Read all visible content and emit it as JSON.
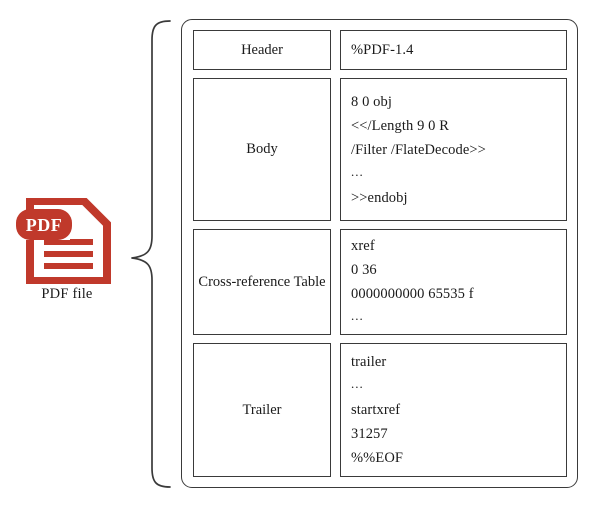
{
  "figure": {
    "icon": {
      "name": "pdf-file-icon",
      "badge_text": "PDF",
      "color": "#c0392b",
      "caption": "PDF file"
    },
    "brace": {
      "name": "left-curly-brace",
      "color": "#3a3a3a"
    },
    "structure": {
      "border_color": "#3a3a3a",
      "rows": [
        {
          "key": "header",
          "label": "Header",
          "lines": [
            "%PDF-1.4"
          ]
        },
        {
          "key": "body",
          "label": "Body",
          "lines": [
            "8 0 obj",
            "<</Length 9 0 R",
            "/Filter /FlateDecode>>",
            "...",
            ">>endobj"
          ]
        },
        {
          "key": "cross-reference-table",
          "label": "Cross-reference Table",
          "lines": [
            "xref",
            "0 36",
            "0000000000 65535 f",
            "..."
          ]
        },
        {
          "key": "trailer",
          "label": "Trailer",
          "lines": [
            "trailer",
            "...",
            "startxref",
            "31257",
            "%%EOF"
          ]
        }
      ]
    }
  }
}
